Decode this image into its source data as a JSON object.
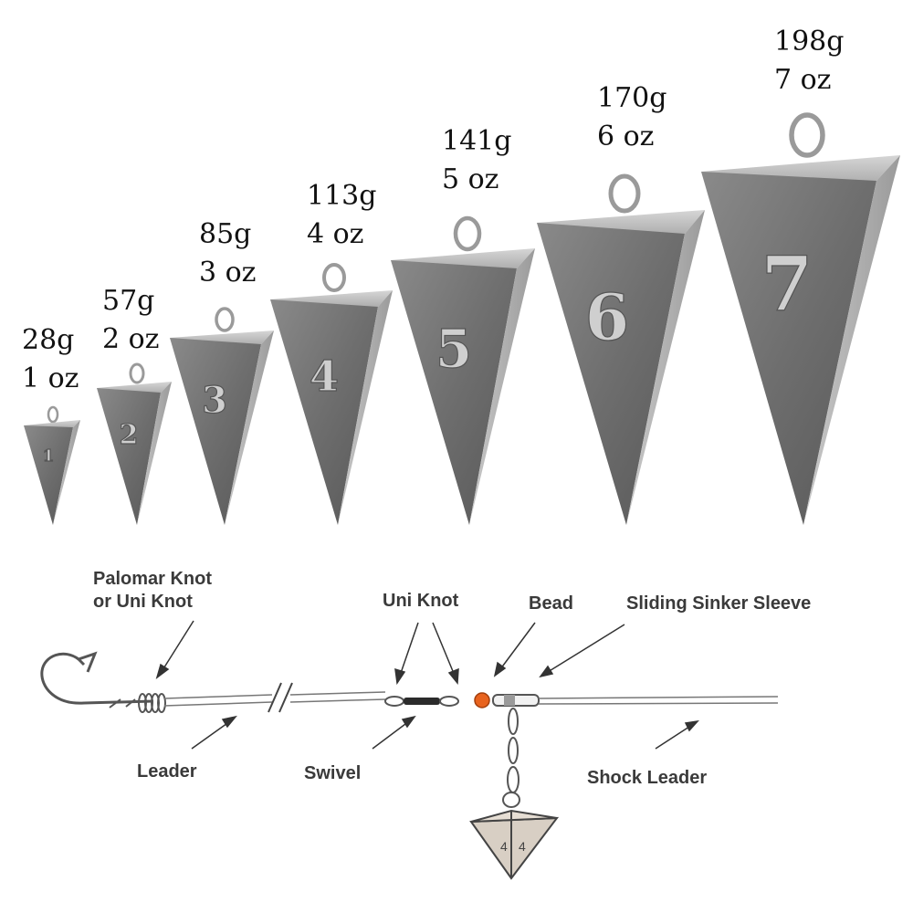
{
  "sinkers": [
    {
      "number": "1",
      "grams": "28g",
      "ounces": "1 oz"
    },
    {
      "number": "2",
      "grams": "57g",
      "ounces": "2 oz"
    },
    {
      "number": "3",
      "grams": "85g",
      "ounces": "3 oz"
    },
    {
      "number": "4",
      "grams": "113g",
      "ounces": "4 oz"
    },
    {
      "number": "5",
      "grams": "141g",
      "ounces": "5 oz"
    },
    {
      "number": "6",
      "grams": "170g",
      "ounces": "6 oz"
    },
    {
      "number": "7",
      "grams": "198g",
      "ounces": "7 oz"
    }
  ],
  "diagram": {
    "palomar_line1": "Palomar Knot",
    "palomar_line2": "or Uni Knot",
    "uni_knot": "Uni Knot",
    "bead": "Bead",
    "sliding_sleeve": "Sliding Sinker Sleeve",
    "leader": "Leader",
    "swivel": "Swivel",
    "shock_leader": "Shock Leader",
    "small_sinker_mark": "4"
  },
  "colors": {
    "metal_light": "#c4c4c4",
    "metal_mid": "#8e8e8e",
    "metal_dark": "#5d5d5d",
    "bead": "#e8631e",
    "sketch_sinker": "#d8cfc4"
  }
}
